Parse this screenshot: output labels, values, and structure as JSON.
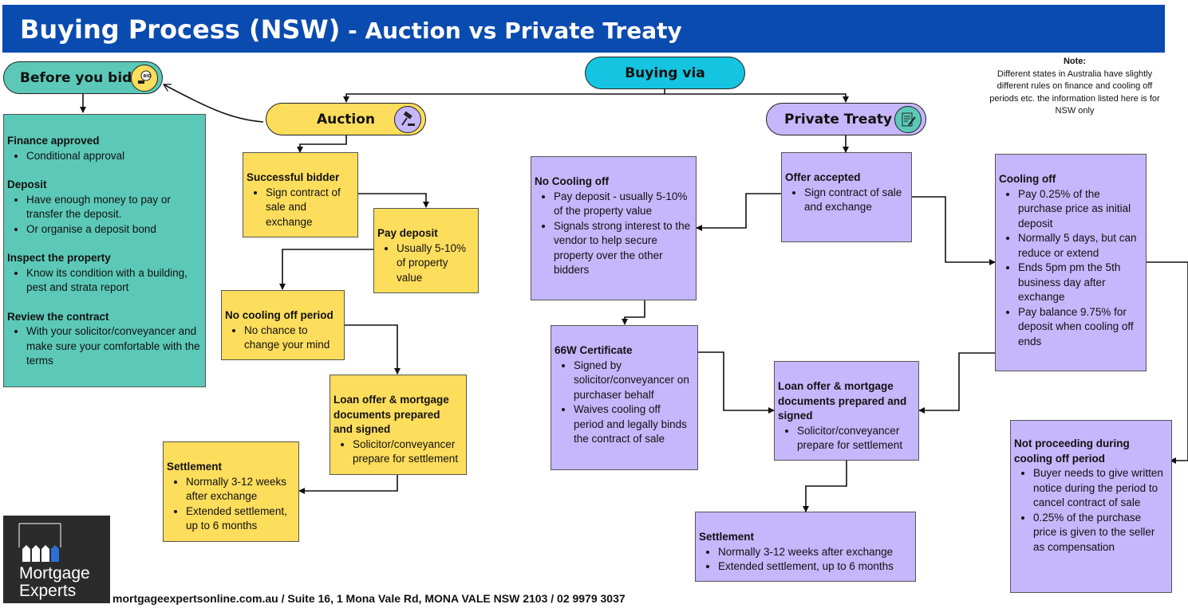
{
  "title": {
    "main": "Buying Process (NSW)",
    "sub": " - Auction vs Private Treaty"
  },
  "nodes": {
    "before_bid": "Before you bid",
    "buying_via": "Buying via",
    "auction": "Auction",
    "private_treaty": "Private Treaty"
  },
  "note": {
    "heading": "Note:",
    "text": "Different states in Australia have slightly different rules on finance and cooling off periods etc. the information listed here is for NSW only"
  },
  "before_box": {
    "sections": [
      {
        "heading": "Finance approved",
        "items": [
          "Conditional approval"
        ]
      },
      {
        "heading": "Deposit",
        "items": [
          "Have enough money to pay or transfer the deposit.",
          "Or organise a deposit bond"
        ]
      },
      {
        "heading": "Inspect the property",
        "items": [
          "Know its condition with a building, pest and strata report"
        ]
      },
      {
        "heading": "Review the contract",
        "items": [
          "With your solicitor/conveyancer and make sure your comfortable with the terms"
        ]
      }
    ]
  },
  "auction_boxes": {
    "successful_bidder": {
      "heading": "Successful bidder",
      "items": [
        "Sign contract of sale and exchange"
      ]
    },
    "pay_deposit": {
      "heading": "Pay deposit",
      "items": [
        "Usually 5-10% of property value"
      ]
    },
    "no_cooling": {
      "heading": "No cooling off period",
      "items": [
        "No chance to change your mind"
      ]
    },
    "loan_offer": {
      "heading": "Loan offer & mortgage documents prepared and signed",
      "items": [
        "Solicitor/conveyancer prepare for settlement"
      ]
    },
    "settlement": {
      "heading": "Settlement",
      "items": [
        "Normally 3-12 weeks after exchange",
        "Extended settlement, up to 6 months"
      ]
    }
  },
  "pt_boxes": {
    "no_cooling": {
      "heading": "No Cooling off",
      "items": [
        "Pay deposit - usually 5-10% of the property value",
        "Signals strong interest to the vendor to help secure property over the other bidders"
      ]
    },
    "offer_accepted": {
      "heading": "Offer accepted",
      "items": [
        "Sign contract of sale and exchange"
      ]
    },
    "cooling_off": {
      "heading": "Cooling off",
      "items": [
        "Pay 0.25% of the purchase price as initial deposit",
        "Normally 5 days, but can reduce or extend",
        "Ends 5pm pm the 5th business day after exchange",
        "Pay balance 9.75% for deposit when cooling off ends"
      ]
    },
    "certificate": {
      "heading": "66W Certificate",
      "items": [
        "Signed by solicitor/conveyancer on purchaser behalf",
        "Waives cooling off period and legally binds the contract of sale"
      ]
    },
    "loan_offer": {
      "heading": "Loan offer & mortgage documents prepared and signed",
      "items": [
        "Solicitor/conveyancer prepare for settlement"
      ]
    },
    "not_proceeding": {
      "heading": "Not proceeding during cooling off period",
      "items": [
        "Buyer needs to give written notice during the period to cancel contract of sale",
        "0.25% of the purchase price is given to the seller as compensation"
      ]
    },
    "settlement": {
      "heading": "Settlement",
      "items": [
        "Normally 3-12 weeks after exchange",
        "Extended settlement, up to 6 months"
      ]
    }
  },
  "logo": {
    "line1": "Mortgage",
    "line2": "Experts"
  },
  "footer": "mortgageexpertsonline.com.au / Suite 16, 1 Mona Vale Rd, MONA VALE NSW 2103 / 02 9979 3037",
  "icons": {
    "before_bid": "bid-paddle-icon",
    "auction": "gavel-icon",
    "private_treaty": "contract-icon"
  },
  "colors": {
    "banner": "#0a4bb0",
    "teal": "#5cc9b8",
    "yellow": "#fddd5c",
    "purple": "#c6b6fb",
    "cyan": "#14c4e0"
  }
}
